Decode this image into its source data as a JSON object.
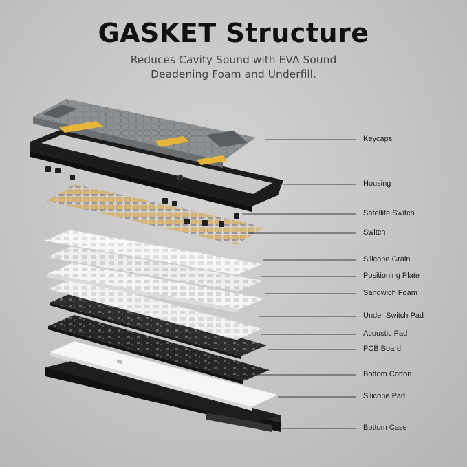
{
  "header": {
    "title": "GASKET Structure",
    "subtitle_line1": "Reduces Cavity Sound with EVA Sound",
    "subtitle_line2": "Deadening Foam and Underfill."
  },
  "layers": [
    {
      "label": "Keycaps"
    },
    {
      "label": "Housing"
    },
    {
      "label": "Satellite Switch"
    },
    {
      "label": "Switch"
    },
    {
      "label": "Silicone Grain"
    },
    {
      "label": "Positioning Plate"
    },
    {
      "label": "Sandwich Foam"
    },
    {
      "label": "Under Switch Pad"
    },
    {
      "label": "Acoustic Pad"
    },
    {
      "label": "PCB Board"
    },
    {
      "label": "Bottom Cotton"
    },
    {
      "label": "Silicone Pad"
    },
    {
      "label": "Bottom Case"
    }
  ],
  "colors": {
    "keycap_dark": "#5a5d62",
    "keycap_light": "#a9abad",
    "keycap_accent": "#e7b53a",
    "housing": "#1c1c1c",
    "switch_body": "#d8b36a",
    "plate_white": "#f4f4f4",
    "pcb_black": "#262626",
    "bottom_case": "#1e1e1e"
  }
}
